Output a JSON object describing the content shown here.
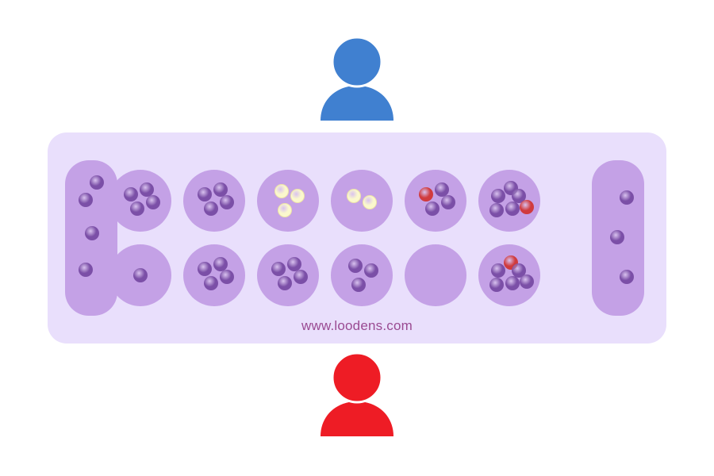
{
  "players": {
    "top": {
      "color": "#4080d0",
      "icon": "user-icon"
    },
    "bottom": {
      "color": "#ee1c25",
      "icon": "user-icon"
    }
  },
  "board": {
    "background": "#e9dffc",
    "pit_color": "#c4a1e6",
    "watermark": "www.loodens.com",
    "watermark_color": "#9a4a92",
    "seed_colors": {
      "purple": "#7b4fa7",
      "cream": "#fbf8cd",
      "red": "#d03b3e"
    },
    "stores": {
      "left": {
        "seeds": [
          "purple",
          "purple",
          "purple",
          "purple"
        ]
      },
      "right": {
        "seeds": [
          "purple",
          "purple",
          "purple"
        ]
      }
    },
    "top_row": [
      {
        "seeds": [
          "purple",
          "purple",
          "purple",
          "purple"
        ]
      },
      {
        "seeds": [
          "purple",
          "purple",
          "purple",
          "purple"
        ]
      },
      {
        "seeds": [
          "cream",
          "cream",
          "cream"
        ]
      },
      {
        "seeds": [
          "cream",
          "cream"
        ]
      },
      {
        "seeds": [
          "red",
          "purple",
          "purple",
          "purple"
        ]
      },
      {
        "seeds": [
          "purple",
          "purple",
          "purple",
          "purple",
          "purple",
          "red"
        ]
      }
    ],
    "bottom_row": [
      {
        "seeds": [
          "purple"
        ]
      },
      {
        "seeds": [
          "purple",
          "purple",
          "purple",
          "purple"
        ]
      },
      {
        "seeds": [
          "purple",
          "purple",
          "purple",
          "purple"
        ]
      },
      {
        "seeds": [
          "purple",
          "purple",
          "purple"
        ]
      },
      {
        "seeds": []
      },
      {
        "seeds": [
          "red",
          "purple",
          "purple",
          "purple",
          "purple",
          "purple"
        ]
      }
    ]
  }
}
